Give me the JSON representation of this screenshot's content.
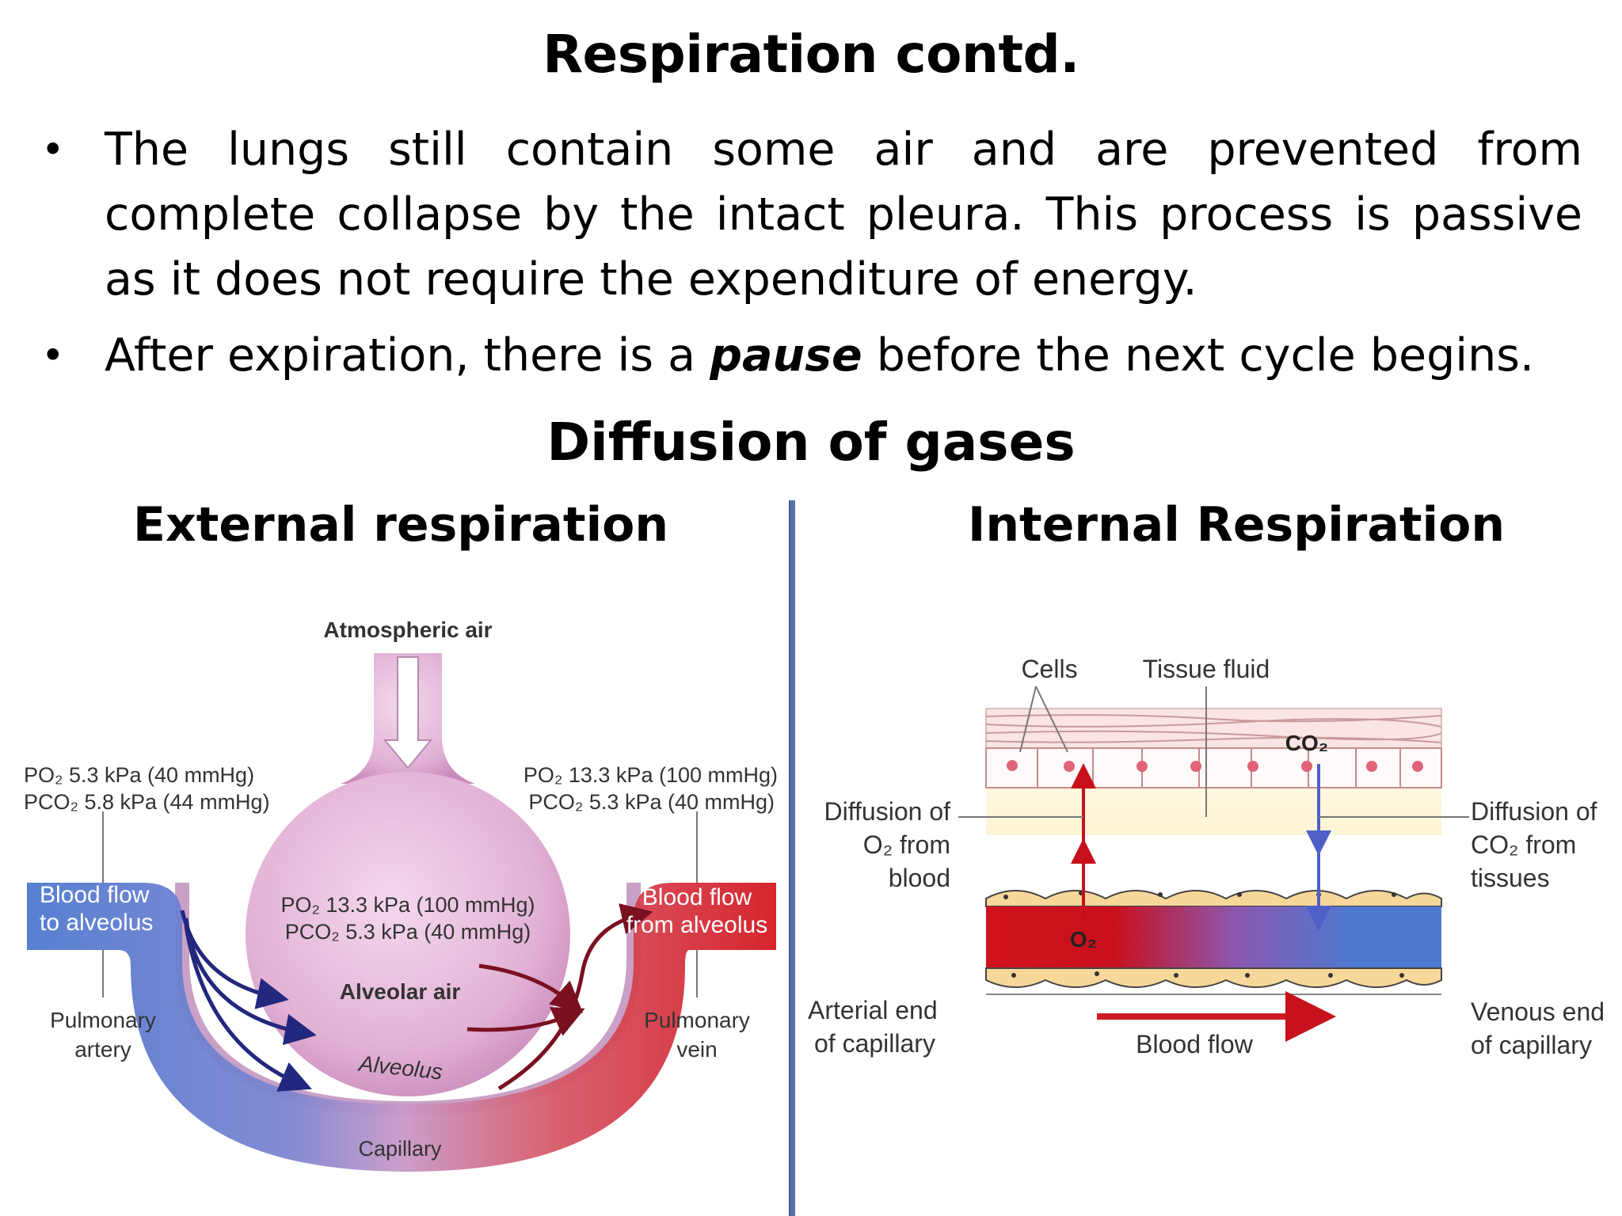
{
  "title": "Respiration contd.",
  "bullets": [
    {
      "text_before": "The lungs still contain some air and are prevented from complete collapse by the intact pleura. This process is passive as it does not require the expenditure of energy.",
      "emphasis": "",
      "text_after": ""
    },
    {
      "text_before": "After expiration, there is a ",
      "emphasis": "pause",
      "text_after": " before the next cycle begins."
    }
  ],
  "section_title": "Diffusion of gases",
  "left": {
    "heading": "External respiration",
    "atmospheric_air": "Atmospheric air",
    "artery_po2": "PO₂ 5.3 kPa (40 mmHg)",
    "artery_pco2": "PCO₂ 5.8 kPa (44 mmHg)",
    "vein_po2": "PO₂ 13.3 kPa (100 mmHg)",
    "vein_pco2": "PCO₂ 5.3 kPa (40 mmHg)",
    "alveolus_po2": "PO₂ 13.3 kPa (100 mmHg)",
    "alveolus_pco2": "PCO₂ 5.3 kPa (40 mmHg)",
    "blood_to_1": "Blood flow",
    "blood_to_2": "to alveolus",
    "blood_from_1": "Blood flow",
    "blood_from_2": "from alveolus",
    "alveolar_air": "Alveolar air",
    "alveolus": "Alveolus",
    "capillary": "Capillary",
    "pulmonary_artery_1": "Pulmonary",
    "pulmonary_artery_2": "artery",
    "pulmonary_vein_1": "Pulmonary",
    "pulmonary_vein_2": "vein"
  },
  "right": {
    "heading": "Internal Respiration",
    "cells": "Cells",
    "tissue_fluid": "Tissue fluid",
    "co2": "CO₂",
    "o2": "O₂",
    "diff_o2_1": "Diffusion of",
    "diff_o2_2": "O₂ from",
    "diff_o2_3": "blood",
    "diff_co2_1": "Diffusion of",
    "diff_co2_2": "CO₂ from",
    "diff_co2_3": "tissues",
    "arterial_1": "Arterial end",
    "arterial_2": "of capillary",
    "venous_1": "Venous end",
    "venous_2": "of capillary",
    "blood_flow": "Blood flow"
  },
  "colors": {
    "arterial": "#cc1b25",
    "venous": "#4f79cf",
    "alveolus": "#e2b2d6",
    "divider": "#5874a8"
  }
}
